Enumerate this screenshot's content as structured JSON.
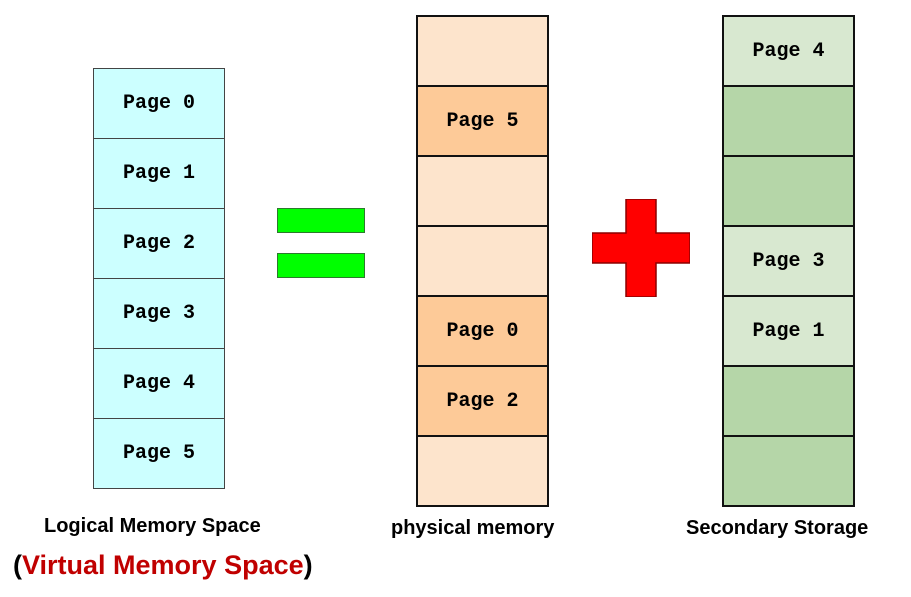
{
  "logical_memory": {
    "label": "Logical Memory Space",
    "subtitle_open": "(",
    "subtitle": "Virtual Memory Space",
    "subtitle_close": ")",
    "subtitle_color": "#c00000",
    "cell_color": "#ccffff",
    "pages": [
      "Page 0",
      "Page 1",
      "Page 2",
      "Page 3",
      "Page 4",
      "Page 5"
    ]
  },
  "equals_symbol": {
    "color": "#00ff00"
  },
  "physical_memory": {
    "label": "physical memory",
    "empty_color": "#fde4cc",
    "filled_color": "#fdca98",
    "frames": [
      "",
      "Page 5",
      "",
      "",
      "Page 0",
      "Page 2",
      ""
    ]
  },
  "plus_symbol": {
    "color": "#ff0000"
  },
  "secondary_storage": {
    "label": "Secondary Storage",
    "filled_color": "#d8e8d0",
    "empty_color": "#b5d6a8",
    "blocks": [
      "Page 4",
      "",
      "",
      "Page 3",
      "Page 1",
      "",
      ""
    ]
  }
}
